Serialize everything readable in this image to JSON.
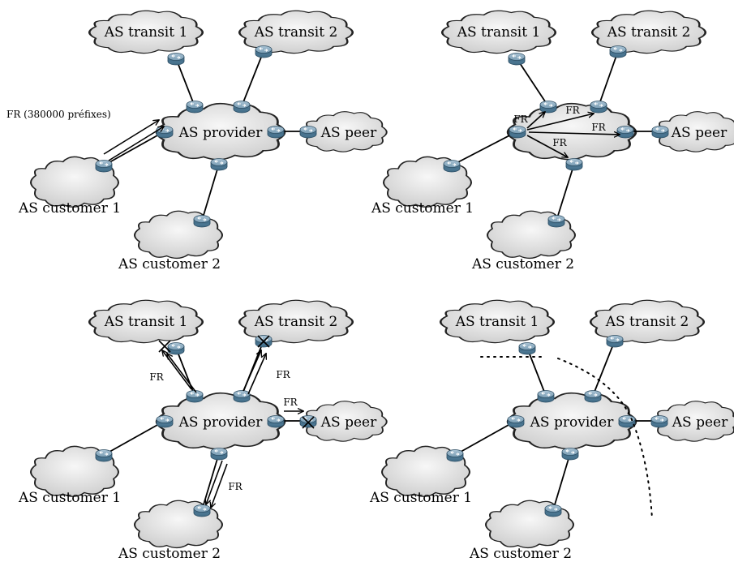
{
  "panels": [
    {
      "id": "p1",
      "labels": {
        "transit1": "AS transit 1",
        "transit2": "AS transit 2",
        "provider": "AS provider",
        "peer": "AS peer",
        "customer1": "AS customer 1",
        "customer2": "AS customer 2"
      },
      "annotations": [
        "FR (380000 préfixes)"
      ]
    },
    {
      "id": "p2",
      "labels": {
        "transit1": "AS transit 1",
        "transit2": "AS transit 2",
        "provider": "",
        "peer": "AS peer",
        "customer1": "AS customer 1",
        "customer2": "AS customer 2"
      },
      "annotations": [
        "FR",
        "FR",
        "FR",
        "FR"
      ]
    },
    {
      "id": "p3",
      "labels": {
        "transit1": "AS transit 1",
        "transit2": "AS transit 2",
        "provider": "AS provider",
        "peer": "AS peer",
        "customer1": "AS customer 1",
        "customer2": "AS customer 2"
      },
      "annotations": [
        "FR",
        "FR",
        "FR",
        "FR"
      ]
    },
    {
      "id": "p4",
      "labels": {
        "transit1": "AS transit 1",
        "transit2": "AS transit 2",
        "provider": "AS provider",
        "peer": "AS peer",
        "customer1": "AS customer 1",
        "customer2": "AS customer 2"
      },
      "annotations": []
    }
  ]
}
